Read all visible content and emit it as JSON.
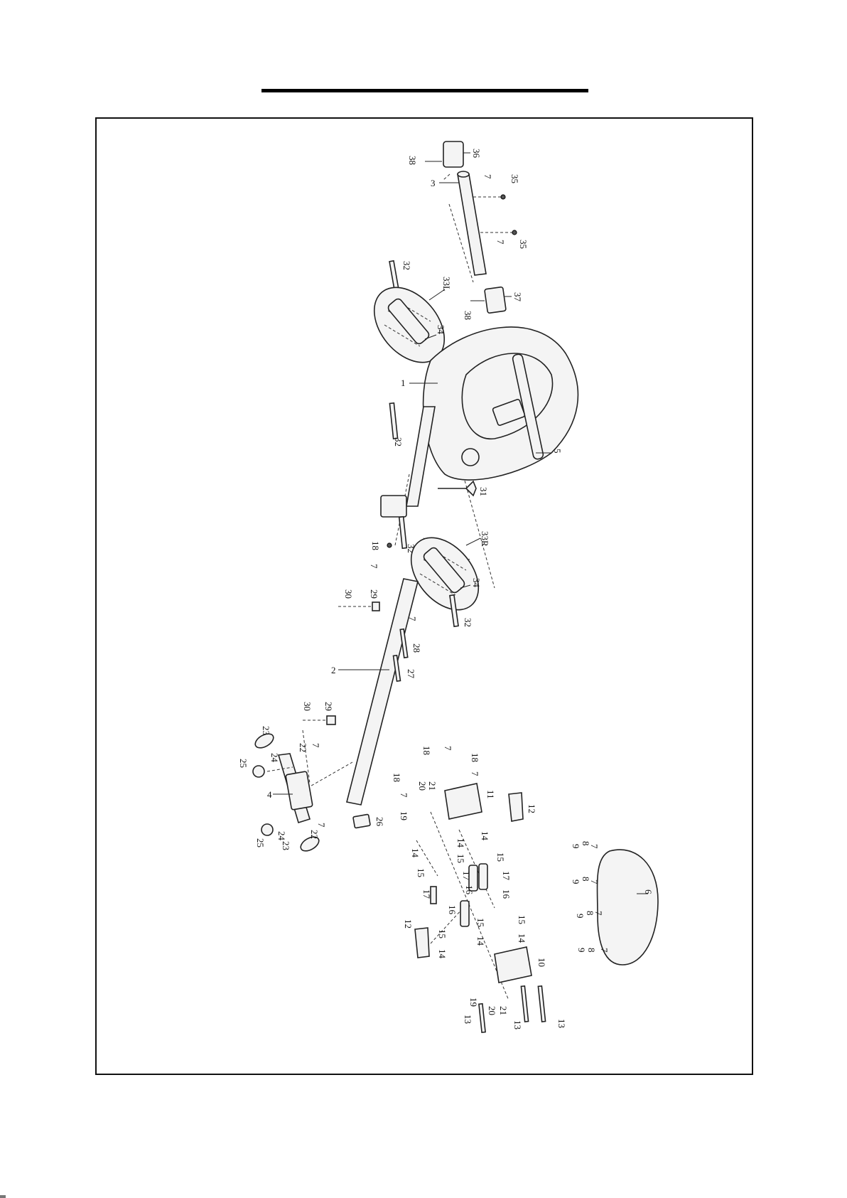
{
  "colors": {
    "ink": "#111111",
    "paper": "#ffffff"
  },
  "labels": {
    "p1": "1",
    "p2": "2",
    "p3": "3",
    "p4": "4",
    "p5": "5",
    "p6": "6",
    "p7a": "7",
    "p7b": "7",
    "p7c": "7",
    "p7d": "7",
    "p7e": "7",
    "p7f": "7",
    "p7g": "7",
    "p7h": "7",
    "p7i": "7",
    "p7j": "7",
    "p7k": "7",
    "p7l": "7",
    "p7m": "7",
    "p8a": "8",
    "p8b": "8",
    "p8c": "8",
    "p8d": "8",
    "p9a": "9",
    "p9b": "9",
    "p9c": "9",
    "p9d": "9",
    "p10": "10",
    "p11": "11",
    "p12a": "12",
    "p12b": "12",
    "p13a": "13",
    "p13b": "13",
    "p13c": "13",
    "p14a": "14",
    "p14b": "14",
    "p14c": "14",
    "p14d": "14",
    "p14e": "14",
    "p14f": "14",
    "p15a": "15",
    "p15b": "15",
    "p15c": "15",
    "p15d": "15",
    "p15e": "15",
    "p15f": "15",
    "p16a": "16",
    "p16b": "16",
    "p16c": "16",
    "p17a": "17",
    "p17b": "17",
    "p17c": "17",
    "p18a": "18",
    "p18b": "18",
    "p18c": "18",
    "p18d": "18",
    "p19a": "19",
    "p19b": "19",
    "p20a": "20",
    "p20b": "20",
    "p21a": "21",
    "p21b": "21",
    "p22a": "22",
    "p22b": "22",
    "p23a": "23",
    "p23b": "23",
    "p24a": "24",
    "p24b": "24",
    "p25a": "25",
    "p25b": "25",
    "p26": "26",
    "p27": "27",
    "p28": "28",
    "p29a": "29",
    "p29b": "29",
    "p30a": "30",
    "p30b": "30",
    "p31": "31",
    "p32a": "32",
    "p32b": "32",
    "p32c": "32",
    "p32d": "32",
    "p33l": "33L",
    "p33r": "33R",
    "p34a": "34",
    "p34b": "34",
    "p35a": "35",
    "p35b": "35",
    "p36": "36",
    "p37": "37",
    "p38a": "38",
    "p38b": "38"
  }
}
